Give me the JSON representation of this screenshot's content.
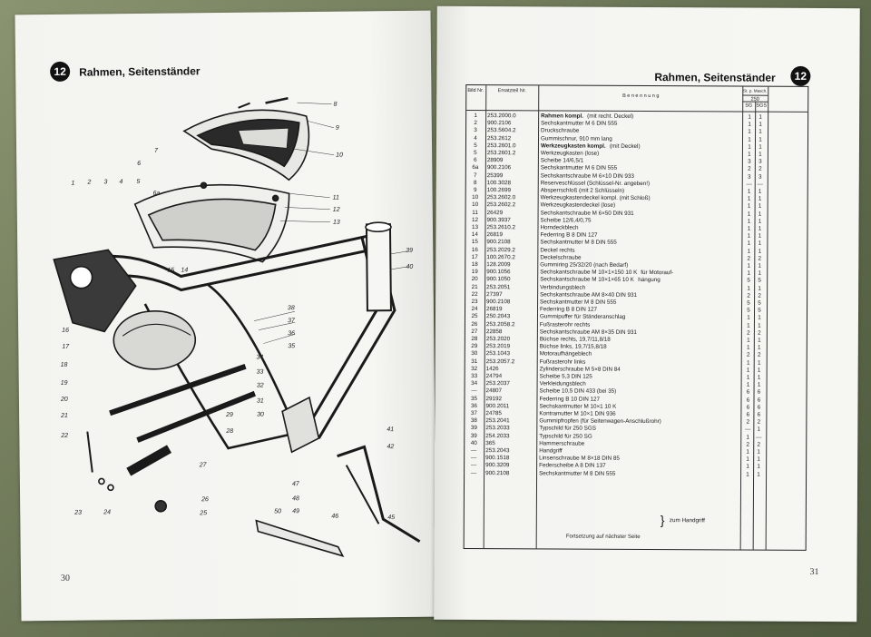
{
  "left_page": {
    "badge": "12",
    "title": "Rahmen, Seitenständer",
    "page_number": "30",
    "callouts": [
      "1",
      "2",
      "3",
      "4",
      "5",
      "6",
      "6a",
      "7",
      "8",
      "9",
      "10",
      "11",
      "12",
      "13",
      "14",
      "15",
      "16",
      "17",
      "18",
      "19",
      "20",
      "21",
      "22",
      "23",
      "24",
      "25",
      "26",
      "27",
      "28",
      "29",
      "30",
      "31",
      "32",
      "33",
      "34",
      "35",
      "36",
      "37",
      "38",
      "39",
      "40",
      "41",
      "42",
      "45",
      "46",
      "47",
      "48",
      "49",
      "50"
    ]
  },
  "right_page": {
    "badge": "12",
    "title": "Rahmen, Seitenständer",
    "page_number": "31",
    "table": {
      "headers": {
        "bild": "Bild Nr.",
        "ersatzteil": "Ersatzteil Nr.",
        "benennung": "B e n e n n u n g",
        "stueck": "St. p. Masch.",
        "model": "250",
        "sg": "SG",
        "sgs": "SGS"
      },
      "rows": [
        {
          "bild": "1",
          "nr": "253.2000.0",
          "name": "Rahmen kompl.",
          "note": "(mit recht. Deckel)",
          "sg": "1",
          "sgs": "1",
          "bold": true
        },
        {
          "bild": "2",
          "nr": "900.2106",
          "name": "Sechskantmutter M 6  DIN 555",
          "note": "",
          "sg": "1",
          "sgs": "1"
        },
        {
          "bild": "3",
          "nr": "253.5604.2",
          "name": "Druckschraube",
          "note": "",
          "sg": "1",
          "sgs": "1"
        },
        {
          "bild": "4",
          "nr": "253.2612",
          "name": "Gummischnur, 910 mm lang",
          "note": "",
          "sg": "1",
          "sgs": "1"
        },
        {
          "bild": "5",
          "nr": "253.2601.0",
          "name": "Werkzeugkasten kompl.",
          "note": "(mit Deckel)",
          "sg": "1",
          "sgs": "1",
          "bold": true
        },
        {
          "bild": "5",
          "nr": "253.2601.2",
          "name": "Werkzeugkasten (lose)",
          "note": "",
          "sg": "1",
          "sgs": "1"
        },
        {
          "bild": "6",
          "nr": "28909",
          "name": "Scheibe 14/6,5/1",
          "note": "",
          "sg": "3",
          "sgs": "3"
        },
        {
          "bild": "6a",
          "nr": "900.2106",
          "name": "Sechskantmutter M 6  DIN 555",
          "note": "",
          "sg": "2",
          "sgs": "2"
        },
        {
          "bild": "7",
          "nr": "25399",
          "name": "Sechskantschraube M 6×10  DIN 933",
          "note": "",
          "sg": "3",
          "sgs": "3"
        },
        {
          "bild": "8",
          "nr": "100.3028",
          "name": "Reserveschlüssel (Schlüssel-Nr. angeben!)",
          "note": "",
          "sg": "—",
          "sgs": "—"
        },
        {
          "bild": "9",
          "nr": "100.2699",
          "name": "Absperrschloß (mit 2 Schlüsseln)",
          "note": "",
          "sg": "1",
          "sgs": "1"
        },
        {
          "bild": "10",
          "nr": "253.2602.0",
          "name": "Werkzeugkastendeckel kompl. (mit Schloß)",
          "note": "",
          "sg": "1",
          "sgs": "1"
        },
        {
          "bild": "10",
          "nr": "253.2602.2",
          "name": "Werkzeugkastendeckel (lose)",
          "note": "",
          "sg": "1",
          "sgs": "1"
        },
        {
          "bild": "11",
          "nr": "26429",
          "name": "Sechskantschraube M 6×50  DIN 931",
          "note": "",
          "sg": "1",
          "sgs": "1"
        },
        {
          "bild": "12",
          "nr": "900.3937",
          "name": "Scheibe 12/6,4/0,75",
          "note": "",
          "sg": "1",
          "sgs": "1"
        },
        {
          "bild": "13",
          "nr": "253.2610.2",
          "name": "Horndeckblech",
          "note": "",
          "sg": "1",
          "sgs": "1"
        },
        {
          "bild": "14",
          "nr": "26819",
          "name": "Federring  B 8  DIN 127",
          "note": "",
          "sg": "1",
          "sgs": "1"
        },
        {
          "bild": "15",
          "nr": "900.2108",
          "name": "Sechskantmutter M 8  DIN 555",
          "note": "",
          "sg": "1",
          "sgs": "1"
        },
        {
          "bild": "16",
          "nr": "253.2029.2",
          "name": "Deckel rechts",
          "note": "",
          "sg": "1",
          "sgs": "1"
        },
        {
          "bild": "17",
          "nr": "100.2670.2",
          "name": "Deckelschraube",
          "note": "",
          "sg": "2",
          "sgs": "2"
        },
        {
          "bild": "18",
          "nr": "128.2009",
          "name": "Gummiring 25/32/20 (nach Bedarf)",
          "note": "",
          "sg": "1",
          "sgs": "1"
        },
        {
          "bild": "19",
          "nr": "900.1056",
          "name": "Sechskantschraube M 10×1×150  10 K",
          "note": "für Motorauf-",
          "sg": "1",
          "sgs": "1"
        },
        {
          "bild": "20",
          "nr": "900.1050",
          "name": "Sechskantschraube M 10×1×65  10 K",
          "note": "hängung",
          "sg": "5",
          "sgs": "5"
        },
        {
          "bild": "21",
          "nr": "253.2051",
          "name": "Verbindungsblech",
          "note": "",
          "sg": "1",
          "sgs": "1"
        },
        {
          "bild": "22",
          "nr": "27397",
          "name": "Sechskantschraube AM 8×40  DIN 931",
          "note": "",
          "sg": "2",
          "sgs": "2"
        },
        {
          "bild": "23",
          "nr": "900.2108",
          "name": "Sechskantmutter M 8  DIN 555",
          "note": "",
          "sg": "5",
          "sgs": "5"
        },
        {
          "bild": "24",
          "nr": "26819",
          "name": "Federring  B 8  DIN 127",
          "note": "",
          "sg": "5",
          "sgs": "5"
        },
        {
          "bild": "25",
          "nr": "250.2043",
          "name": "Gummipuffer für Ständeranschlag",
          "note": "",
          "sg": "1",
          "sgs": "1"
        },
        {
          "bild": "26",
          "nr": "253.2058.2",
          "name": "Fußrasterohr rechts",
          "note": "",
          "sg": "1",
          "sgs": "1"
        },
        {
          "bild": "27",
          "nr": "22858",
          "name": "Sechskantschraube AM 8×35  DIN 931",
          "note": "",
          "sg": "2",
          "sgs": "2"
        },
        {
          "bild": "28",
          "nr": "253.2020",
          "name": "Büchse rechts, 19,7/11,8/18",
          "note": "",
          "sg": "1",
          "sgs": "1"
        },
        {
          "bild": "29",
          "nr": "253.2019",
          "name": "Büchse links, 19,7/15,8/18",
          "note": "",
          "sg": "1",
          "sgs": "1"
        },
        {
          "bild": "30",
          "nr": "253.1043",
          "name": "Motoraufhängeblech",
          "note": "",
          "sg": "2",
          "sgs": "2"
        },
        {
          "bild": "31",
          "nr": "253.2057.2",
          "name": "Fußrasterohr links",
          "note": "",
          "sg": "1",
          "sgs": "1"
        },
        {
          "bild": "32",
          "nr": "1426",
          "name": "Zylinderschraube M 5×8  DIN 84",
          "note": "",
          "sg": "1",
          "sgs": "1"
        },
        {
          "bild": "33",
          "nr": "24794",
          "name": "Scheibe 5,3  DIN 125",
          "note": "",
          "sg": "1",
          "sgs": "1"
        },
        {
          "bild": "34",
          "nr": "253.2037",
          "name": "Verkleidungsblech",
          "note": "",
          "sg": "1",
          "sgs": "1"
        },
        {
          "bild": "—",
          "nr": "24807",
          "name": "Scheibe 10,5  DIN 433 (bei 35)",
          "note": "",
          "sg": "6",
          "sgs": "6"
        },
        {
          "bild": "35",
          "nr": "29192",
          "name": "Federring  B 10  DIN 127",
          "note": "",
          "sg": "6",
          "sgs": "6"
        },
        {
          "bild": "36",
          "nr": "900.2011",
          "name": "Sechskantmutter M 10×1  10 K",
          "note": "",
          "sg": "6",
          "sgs": "6"
        },
        {
          "bild": "37",
          "nr": "24785",
          "name": "Kontramutter M 10×1  DIN 936",
          "note": "",
          "sg": "6",
          "sgs": "6"
        },
        {
          "bild": "38",
          "nr": "253.2041",
          "name": "Gummipfropfen (für Seitenwagen-Anschlußrohr)",
          "note": "",
          "sg": "2",
          "sgs": "2"
        },
        {
          "bild": "39",
          "nr": "253.2033",
          "name": "Typschild für 250 SGS",
          "note": "",
          "sg": "—",
          "sgs": "1"
        },
        {
          "bild": "39",
          "nr": "254.2033",
          "name": "Typschild für 250 SG",
          "note": "",
          "sg": "1",
          "sgs": "—"
        },
        {
          "bild": "40",
          "nr": "365",
          "name": "Hammerschraube",
          "note": "",
          "sg": "2",
          "sgs": "2"
        },
        {
          "bild": "—",
          "nr": "253.2043",
          "name": "Handgriff",
          "note": "",
          "sg": "1",
          "sgs": "1"
        },
        {
          "bild": "—",
          "nr": "900.1518",
          "name": "Linsenschraube M 8×18  DIN 85",
          "note": "",
          "sg": "1",
          "sgs": "1"
        },
        {
          "bild": "—",
          "nr": "900.3209",
          "name": "Federscheibe A 8  DIN 137",
          "note": "",
          "sg": "1",
          "sgs": "1"
        },
        {
          "bild": "—",
          "nr": "900.2108",
          "name": "Sechskantmutter M 8  DIN 555",
          "note": "",
          "sg": "1",
          "sgs": "1"
        }
      ],
      "handgriff_note": "zum Handgriff",
      "footnote": "Fortsetzung auf nächster Seite"
    }
  }
}
